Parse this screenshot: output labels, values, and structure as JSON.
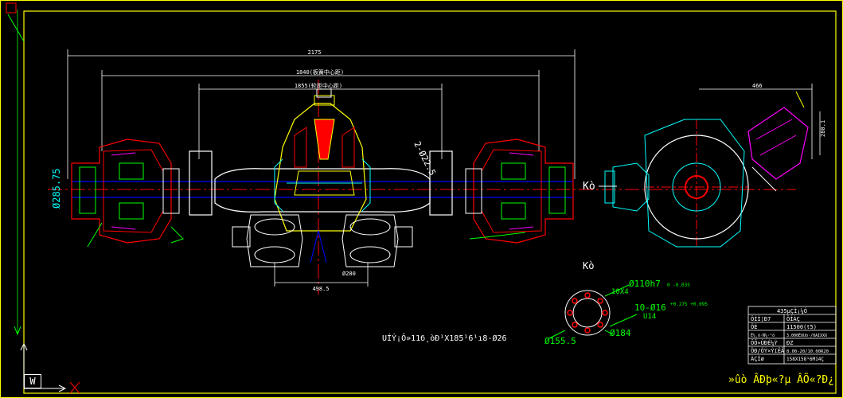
{
  "drawing": {
    "colors": {
      "background": "#000000",
      "frame": "#ffff00",
      "dimension": "#ffffff",
      "centerline": "#ff0000",
      "housing": "#ffffff",
      "gear": "#ffff00",
      "hub": "#ff0000",
      "bearing": "#00ff00",
      "flange": "#00ffff",
      "brake_chamber": "#ff00ff",
      "shaft": "#0000ff"
    },
    "dimensions": {
      "overall_width": "2175",
      "spring_center": "1840(板簧中心距)",
      "track": "1855(轮距中心距)",
      "height_left": "Ø285.75",
      "bolt_label": "2-Ø22.5",
      "bottom_a": "498.5",
      "bottom_b": "Ø280",
      "flange_depth": "466",
      "side_height": "280.1"
    },
    "view_labels": {
      "k_arrow": "Kò",
      "k_section": "Kò"
    },
    "flange_detail": {
      "pilot": "Ø110h7",
      "pilot_tol": "0\n-0.035",
      "holes": "10-Ø16",
      "holes_tol": "+0.275\n+0.095",
      "pcd": "Ø155.5",
      "outer": "Ø184",
      "depth_marker": "10X4",
      "u14": "U14"
    },
    "note": "UÍÝ¡Ô»11б¸òÐ¹X185¹6¹ı8-Ø26",
    "title_block": {
      "header": "435µÇÌ¡¼Ó",
      "rows": [
        {
          "k": "ÖÍÍ¦Ð7",
          "v": "ÖÍÁÇ"
        },
        {
          "k": "ÖÉ",
          "v": "11500(t5)"
        },
        {
          "k": "Ë¼¸ö·Ñ¼·¹ö",
          "v": "3.000ÈðUò·/0AIXXX"
        },
        {
          "k": "ÕÕ»ÙÐÉ¼Ý",
          "v": "ÐZ"
        },
        {
          "k": "ÖÐ/ÖÝ×ÝíËÂ",
          "v": "8.00-20/10.00R20"
        },
        {
          "k": "ÀÇÍø",
          "v": "158X158¹6M14Ç"
        }
      ],
      "footer": "»ûò ÂÐþ«?µ ÂÖ«?Ð¿"
    },
    "ucs_label": "W"
  }
}
